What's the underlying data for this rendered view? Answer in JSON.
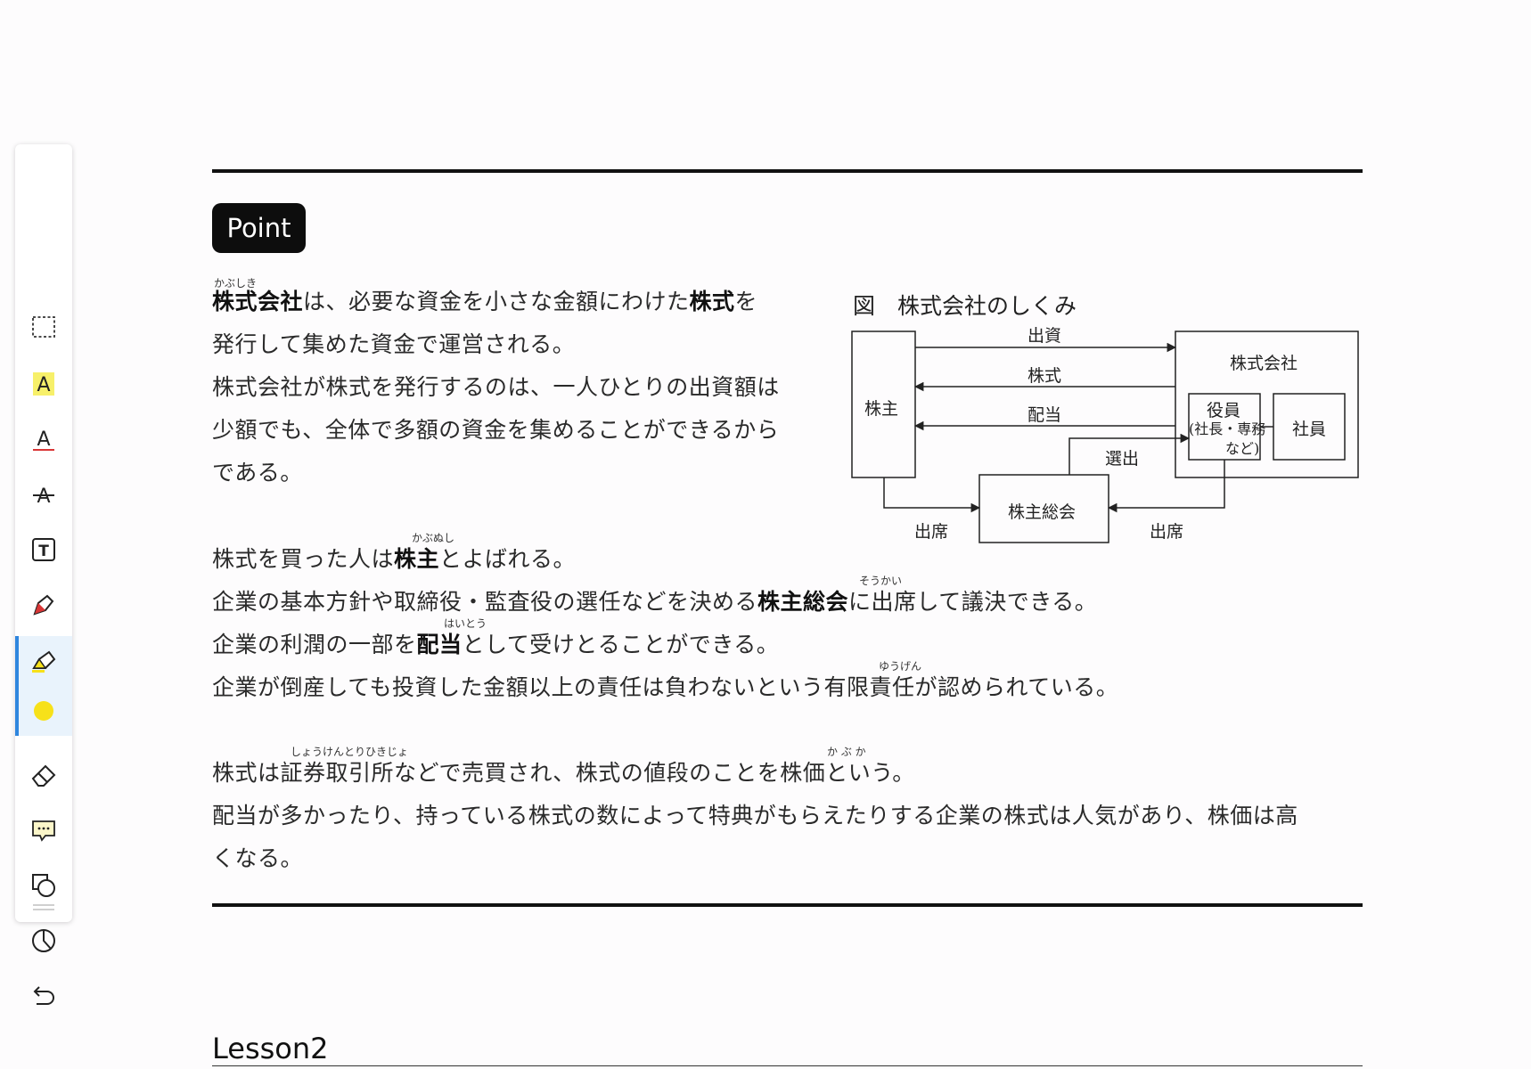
{
  "toolbar": {
    "tools": [
      {
        "name": "select-rect-icon"
      },
      {
        "name": "highlight-text-icon"
      },
      {
        "name": "underline-text-icon"
      },
      {
        "name": "strikethrough-text-icon"
      },
      {
        "name": "text-box-icon"
      },
      {
        "name": "pen-icon"
      },
      {
        "name": "highlighter-icon"
      },
      {
        "name": "color-dot-icon",
        "color": "#f7e11a"
      },
      {
        "name": "eraser-icon"
      },
      {
        "name": "comment-icon"
      },
      {
        "name": "shapes-icon"
      },
      {
        "name": "timer-icon"
      },
      {
        "name": "undo-icon"
      }
    ],
    "active_tool": "highlighter-icon",
    "accent": "#2e86de"
  },
  "badge": "Point",
  "para1": {
    "ruby_kabushiki": "かぶしき",
    "l1_b1": "株式会社",
    "l1_t1": "は、必要な資金を小さな金額にわけた",
    "l1_b2": "株式",
    "l1_t2": "を",
    "l2": "発行して集めた資金で運営される。",
    "l3": "株式会社が株式を発行するのは、一人ひとりの出資額は",
    "l4": "少額でも、全体で多額の資金を集めることができるから",
    "l5": "である。"
  },
  "para2": {
    "ruby_kabunushi": "かぶぬし",
    "l1_t1": "株式を買った人は",
    "l1_b1": "株主",
    "l1_t2": "とよばれる。",
    "ruby_soukai": "そうかい",
    "l2_t1": "企業の基本方針や取締役・監査役の選任などを決める",
    "l2_b1": "株主総会",
    "l2_t2": "に出席して議決できる。",
    "ruby_haitou": "はいとう",
    "l3_t1": "企業の利潤の一部を",
    "l3_b1": "配当",
    "l3_t2": "として受けとることができる。",
    "ruby_yuugen": "ゆうげん",
    "l4": "企業が倒産しても投資した金額以上の責任は負わないという有限責任が認められている。"
  },
  "para3": {
    "ruby_shouken": "しょうけんとりひきじょ",
    "ruby_kabuka": "か ぶ か",
    "l1": "株式は証券取引所などで売買され、株式の値段のことを株価という。",
    "l2": "配当が多かったり、持っている株式の数によって特典がもらえたりする企業の株式は人気があり、株価は高",
    "l3": "くなる。"
  },
  "diagram": {
    "title": "図　株式会社のしくみ",
    "shareholder": "株主",
    "company": "株式会社",
    "officers_l1": "役員",
    "officers_l2": "(社長・専務",
    "officers_l3": "など)",
    "employees": "社員",
    "meeting": "株主総会",
    "arrow_invest": "出資",
    "arrow_stock": "株式",
    "arrow_dividend": "配当",
    "arrow_elect": "選出",
    "attend_left": "出席",
    "attend_right": "出席"
  },
  "lesson": "Lesson2"
}
